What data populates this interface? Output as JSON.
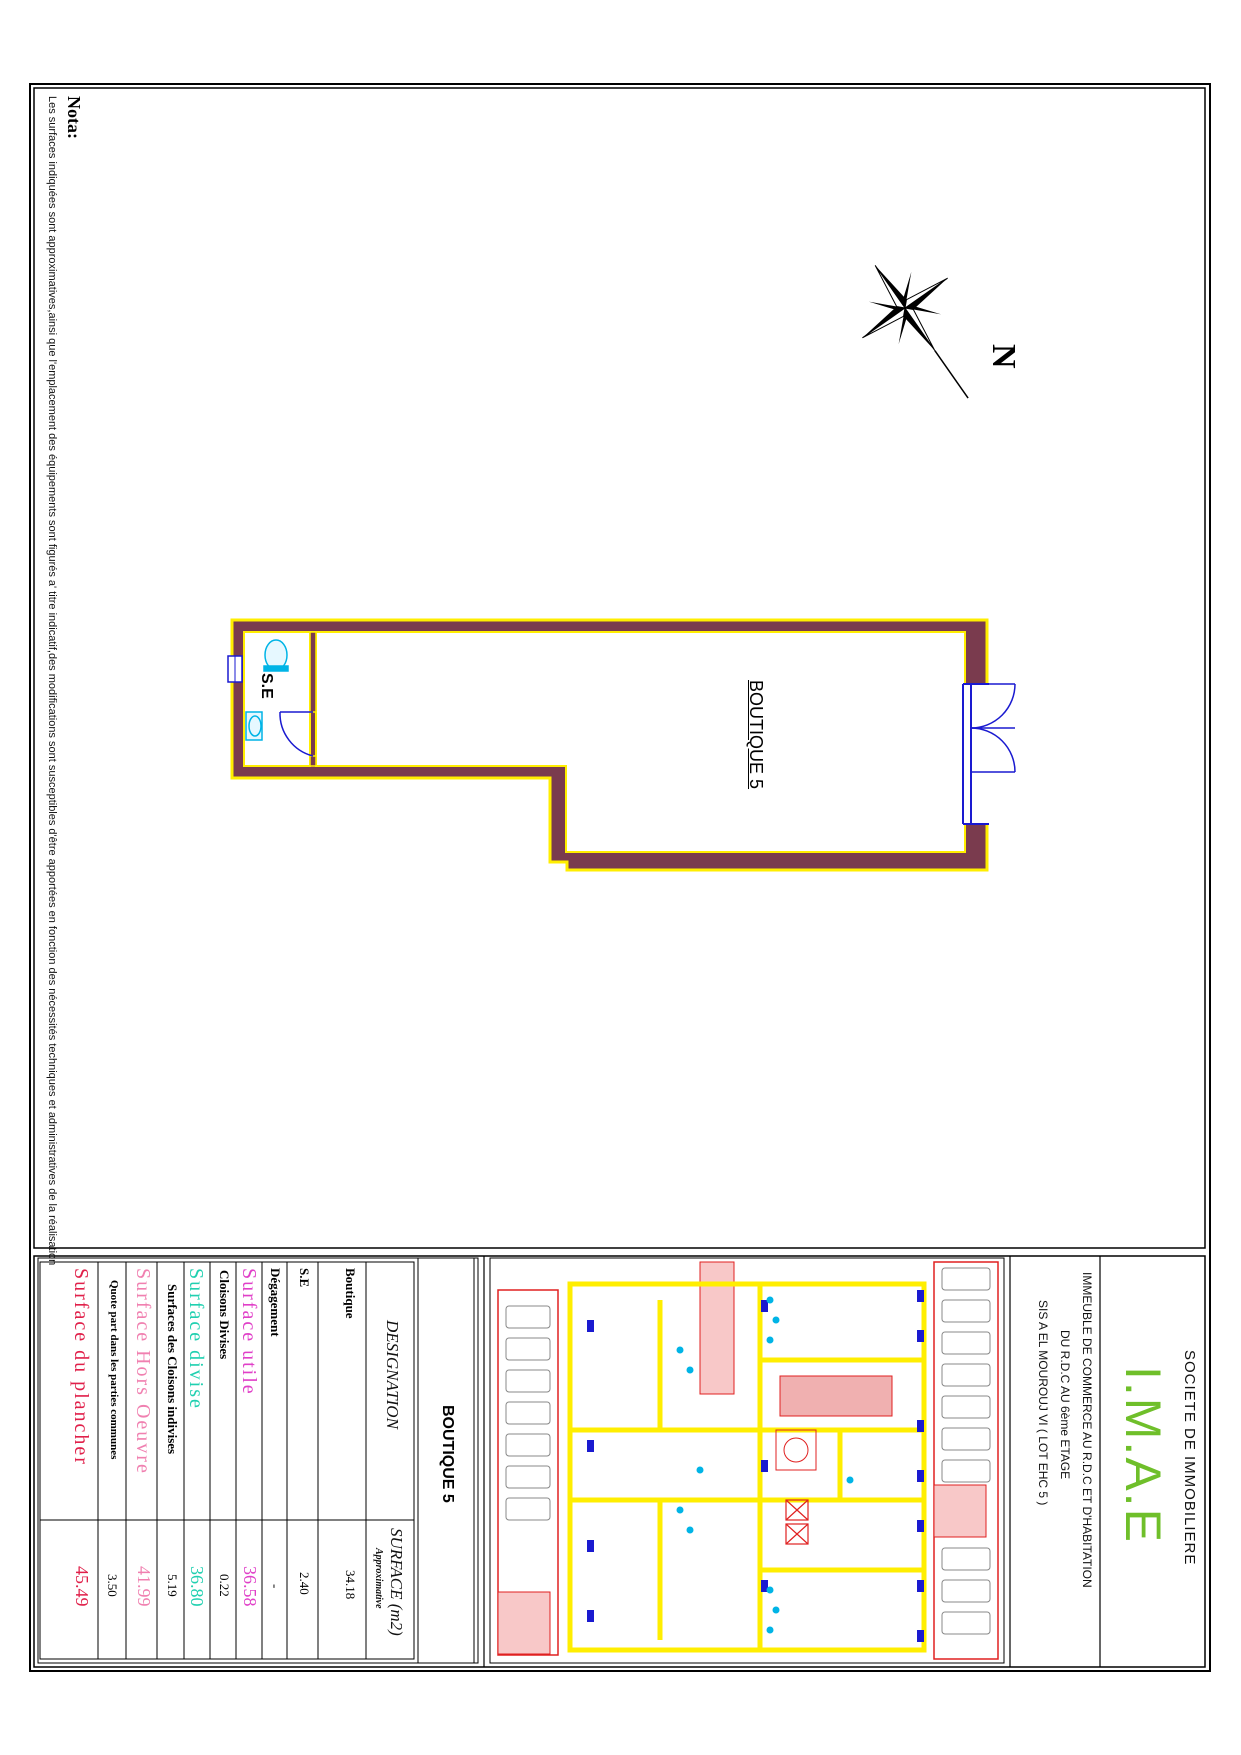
{
  "nota": {
    "title": "Nota:",
    "text": "Les surfaces indiquées sont approximatives,ainsi que l'emplacement des équipements sont figurés a' titre indicatif,des modifications sont susceptibles d'être apportées en fonction des nécessités techniques et administratives de la réalisation"
  },
  "north_label": "N",
  "plan": {
    "room_label": "BOUTIQUE 5",
    "se_label": "S.E"
  },
  "cartouche": {
    "company": "SOCIETE  DE  IMMOBILIERE",
    "brand": "I.M.A.E",
    "desc_line1": "IMMEUBLE DE COMMERCE AU R.D.C ET D'HABITATION",
    "desc_line2": "DU R.D.C AU 6ème ETAGE",
    "desc_line3": "SIS A EL MOUROUJ VI    ( LOT EHC 5 )"
  },
  "table": {
    "title": "BOUTIQUE 5",
    "header_designation": "DESIGNATION",
    "header_surface": "SURFACE (m2)",
    "header_surface_sub": "Approximative",
    "rows": [
      {
        "label": "Boutique",
        "value": "34.18"
      },
      {
        "label": "S.E",
        "value": "2.40"
      },
      {
        "label": "Dégagement",
        "value": "-"
      },
      {
        "label": "Surface  utile",
        "value": "36.58"
      },
      {
        "label": "Cloisons Divises",
        "value": "0.22"
      },
      {
        "label": "Surface  divise",
        "value": "36.80"
      },
      {
        "label": "Surfaces des Cloisons indivises",
        "value": "5.19"
      },
      {
        "label": "Surface  Hors  Oeuvre",
        "value": "41.99"
      },
      {
        "label": "Quote part dans les parties communes",
        "value": "3.50"
      },
      {
        "label": "Surface  du  plancher",
        "value": "45.49"
      }
    ]
  },
  "colors": {
    "wall_fill": "#7a3b4e",
    "wall_outline": "#ffee00",
    "door": "#1a1ad0",
    "fixture": "#00b4e6",
    "brand": "#6fbf2a",
    "surface_utile": "#e040c8",
    "surface_divise": "#20d0b0",
    "surface_hors_oeuvre": "#f080b0",
    "surface_plancher": "#e0204a",
    "parking": "#e02020"
  }
}
